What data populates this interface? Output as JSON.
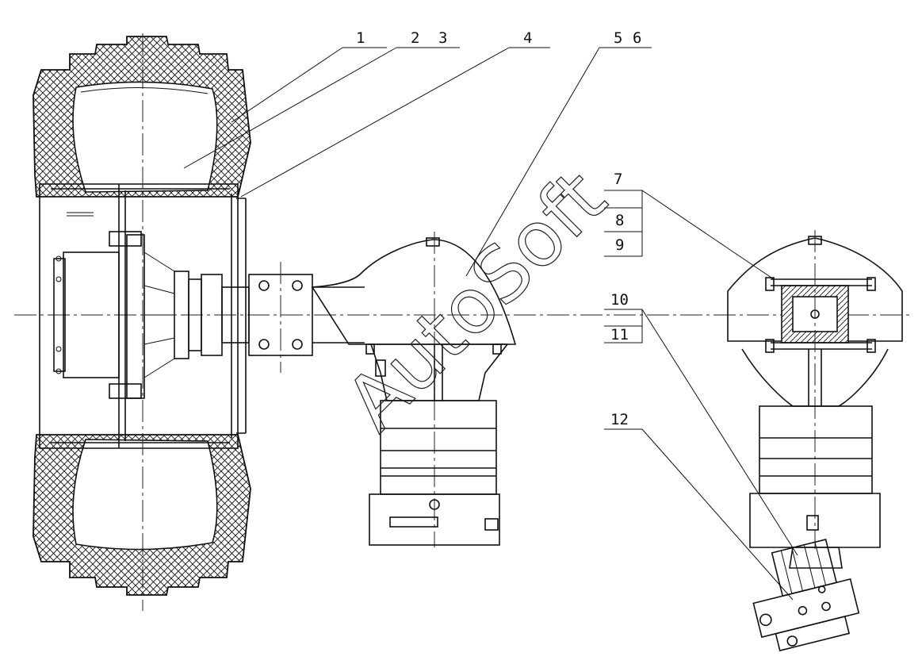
{
  "labels": {
    "l1": "1",
    "l2": "2",
    "l3": "3",
    "l4": "4",
    "l5": "5",
    "l6": "6",
    "l7": "7",
    "l8": "8",
    "l9": "9",
    "l10": "10",
    "l11": "11",
    "l12": "12"
  },
  "watermark": "AutoSoft"
}
